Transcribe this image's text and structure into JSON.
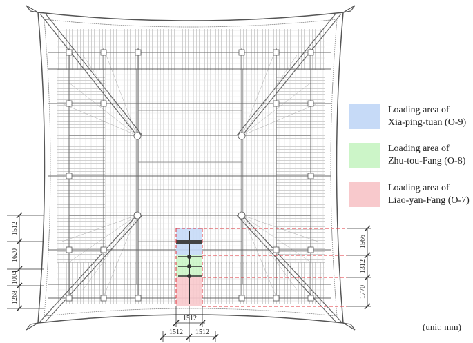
{
  "legend": [
    {
      "line1": "Loading area of",
      "line2": "Xia-ping-tuan (O-9)",
      "color": "#c6daf7"
    },
    {
      "line1": "Loading area of",
      "line2": "Zhu-tou-Fang (O-8)",
      "color": "#ccf5c8"
    },
    {
      "line1": "Loading area of",
      "line2": "Liao-yan-Fang (O-7)",
      "color": "#f8c9cc"
    }
  ],
  "dimensions": {
    "left": [
      "1512",
      "1620",
      "1004",
      "1268"
    ],
    "right": [
      "1566",
      "1312",
      "1770"
    ],
    "bottom_top": "1512",
    "bottom_left": "1512",
    "bottom_right": "1512"
  },
  "unit": "(unit: mm)"
}
